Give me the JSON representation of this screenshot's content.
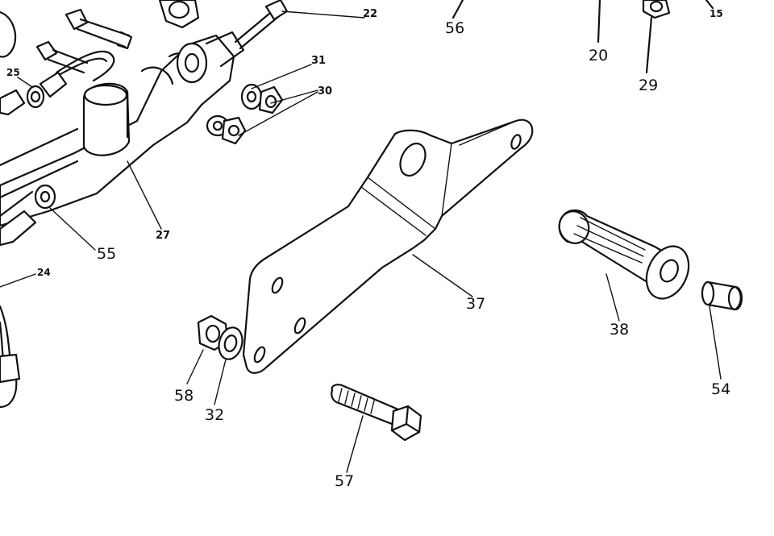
{
  "diagram": {
    "callouts": [
      {
        "id": "c22",
        "text": "22"
      },
      {
        "id": "c56",
        "text": "56"
      },
      {
        "id": "c20",
        "text": "20"
      },
      {
        "id": "c29",
        "text": "29"
      },
      {
        "id": "c15",
        "text": "15"
      },
      {
        "id": "c25",
        "text": "25"
      },
      {
        "id": "c31",
        "text": "31"
      },
      {
        "id": "c30",
        "text": "30"
      },
      {
        "id": "c27",
        "text": "27"
      },
      {
        "id": "c55",
        "text": "55"
      },
      {
        "id": "c24",
        "text": "24"
      },
      {
        "id": "c37",
        "text": "37"
      },
      {
        "id": "c38",
        "text": "38"
      },
      {
        "id": "c54",
        "text": "54"
      },
      {
        "id": "c58",
        "text": "58"
      },
      {
        "id": "c32",
        "text": "32"
      },
      {
        "id": "c57",
        "text": "57"
      }
    ]
  }
}
